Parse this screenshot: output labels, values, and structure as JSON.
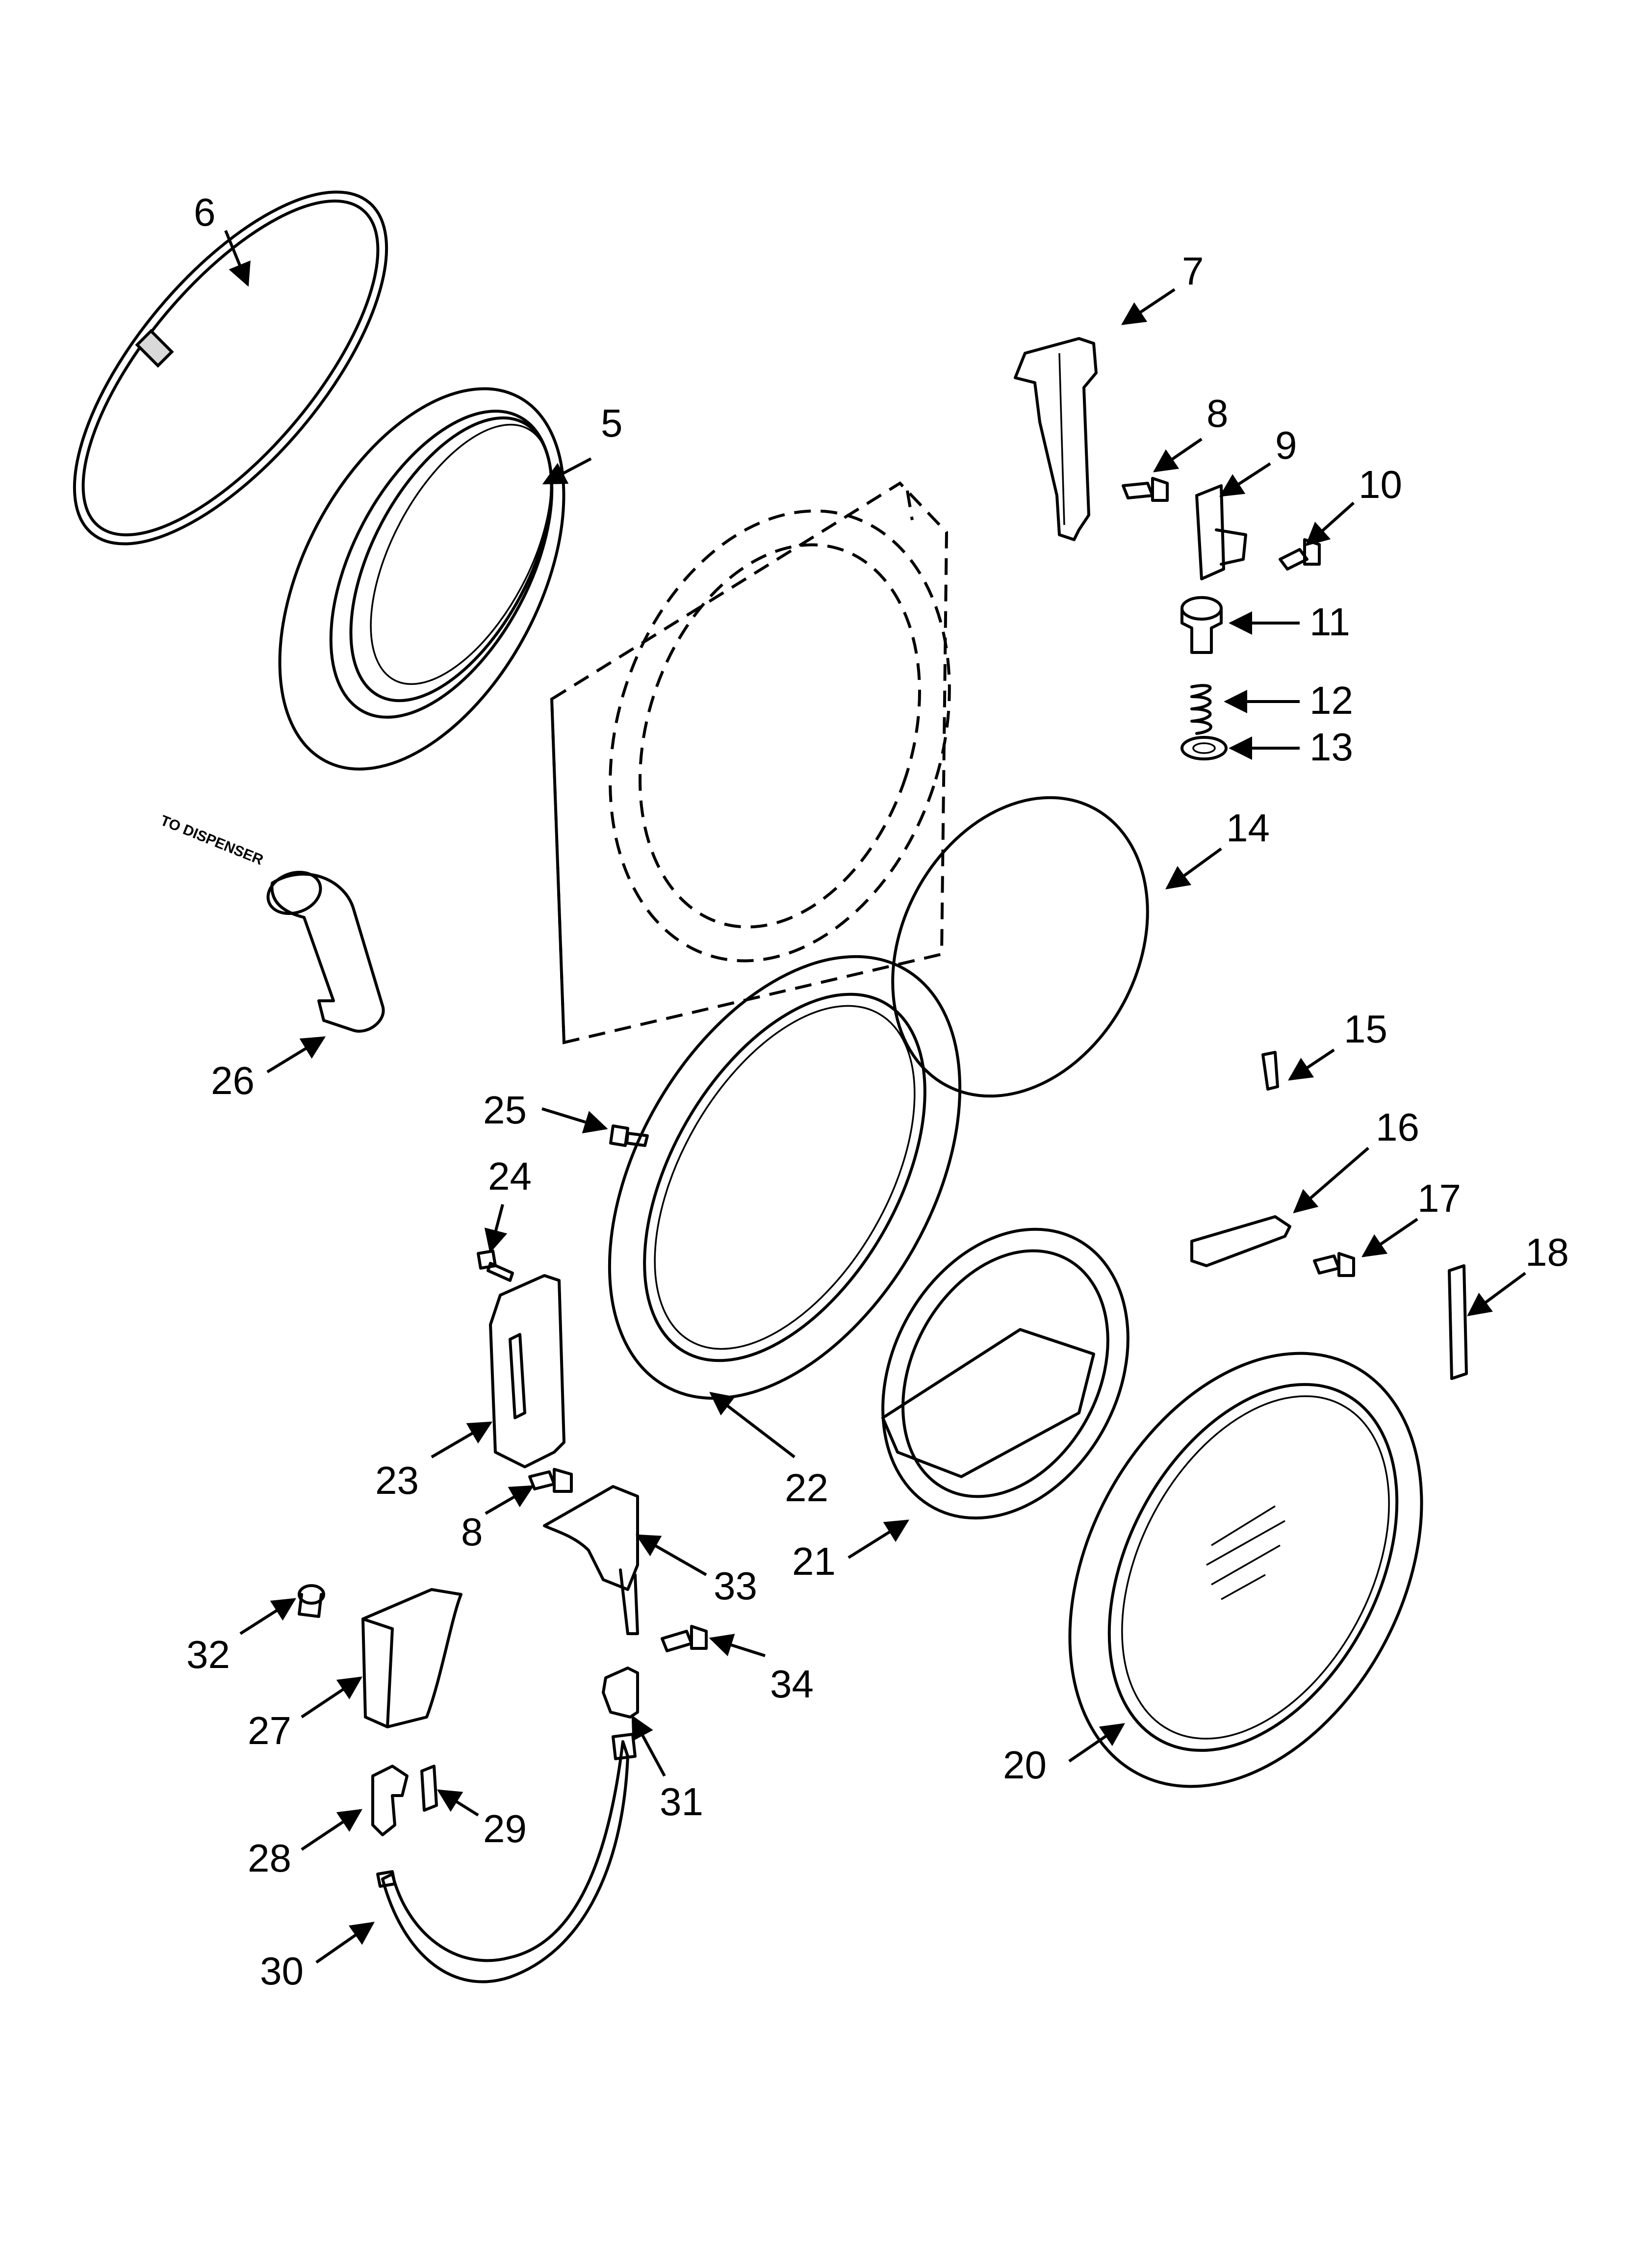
{
  "diagram": {
    "note": "TO DISPENSER",
    "callouts": [
      {
        "id": "c5",
        "label": "5"
      },
      {
        "id": "c6",
        "label": "6"
      },
      {
        "id": "c7",
        "label": "7"
      },
      {
        "id": "c8a",
        "label": "8"
      },
      {
        "id": "c9",
        "label": "9"
      },
      {
        "id": "c10",
        "label": "10"
      },
      {
        "id": "c11",
        "label": "11"
      },
      {
        "id": "c12",
        "label": "12"
      },
      {
        "id": "c13",
        "label": "13"
      },
      {
        "id": "c14",
        "label": "14"
      },
      {
        "id": "c15",
        "label": "15"
      },
      {
        "id": "c16",
        "label": "16"
      },
      {
        "id": "c17",
        "label": "17"
      },
      {
        "id": "c18",
        "label": "18"
      },
      {
        "id": "c20",
        "label": "20"
      },
      {
        "id": "c21",
        "label": "21"
      },
      {
        "id": "c22",
        "label": "22"
      },
      {
        "id": "c23",
        "label": "23"
      },
      {
        "id": "c24",
        "label": "24"
      },
      {
        "id": "c25",
        "label": "25"
      },
      {
        "id": "c26",
        "label": "26"
      },
      {
        "id": "c27",
        "label": "27"
      },
      {
        "id": "c28",
        "label": "28"
      },
      {
        "id": "c29",
        "label": "29"
      },
      {
        "id": "c30",
        "label": "30"
      },
      {
        "id": "c31",
        "label": "31"
      },
      {
        "id": "c32",
        "label": "32"
      },
      {
        "id": "c33",
        "label": "33"
      },
      {
        "id": "c34",
        "label": "34"
      },
      {
        "id": "c8b",
        "label": "8"
      }
    ]
  }
}
